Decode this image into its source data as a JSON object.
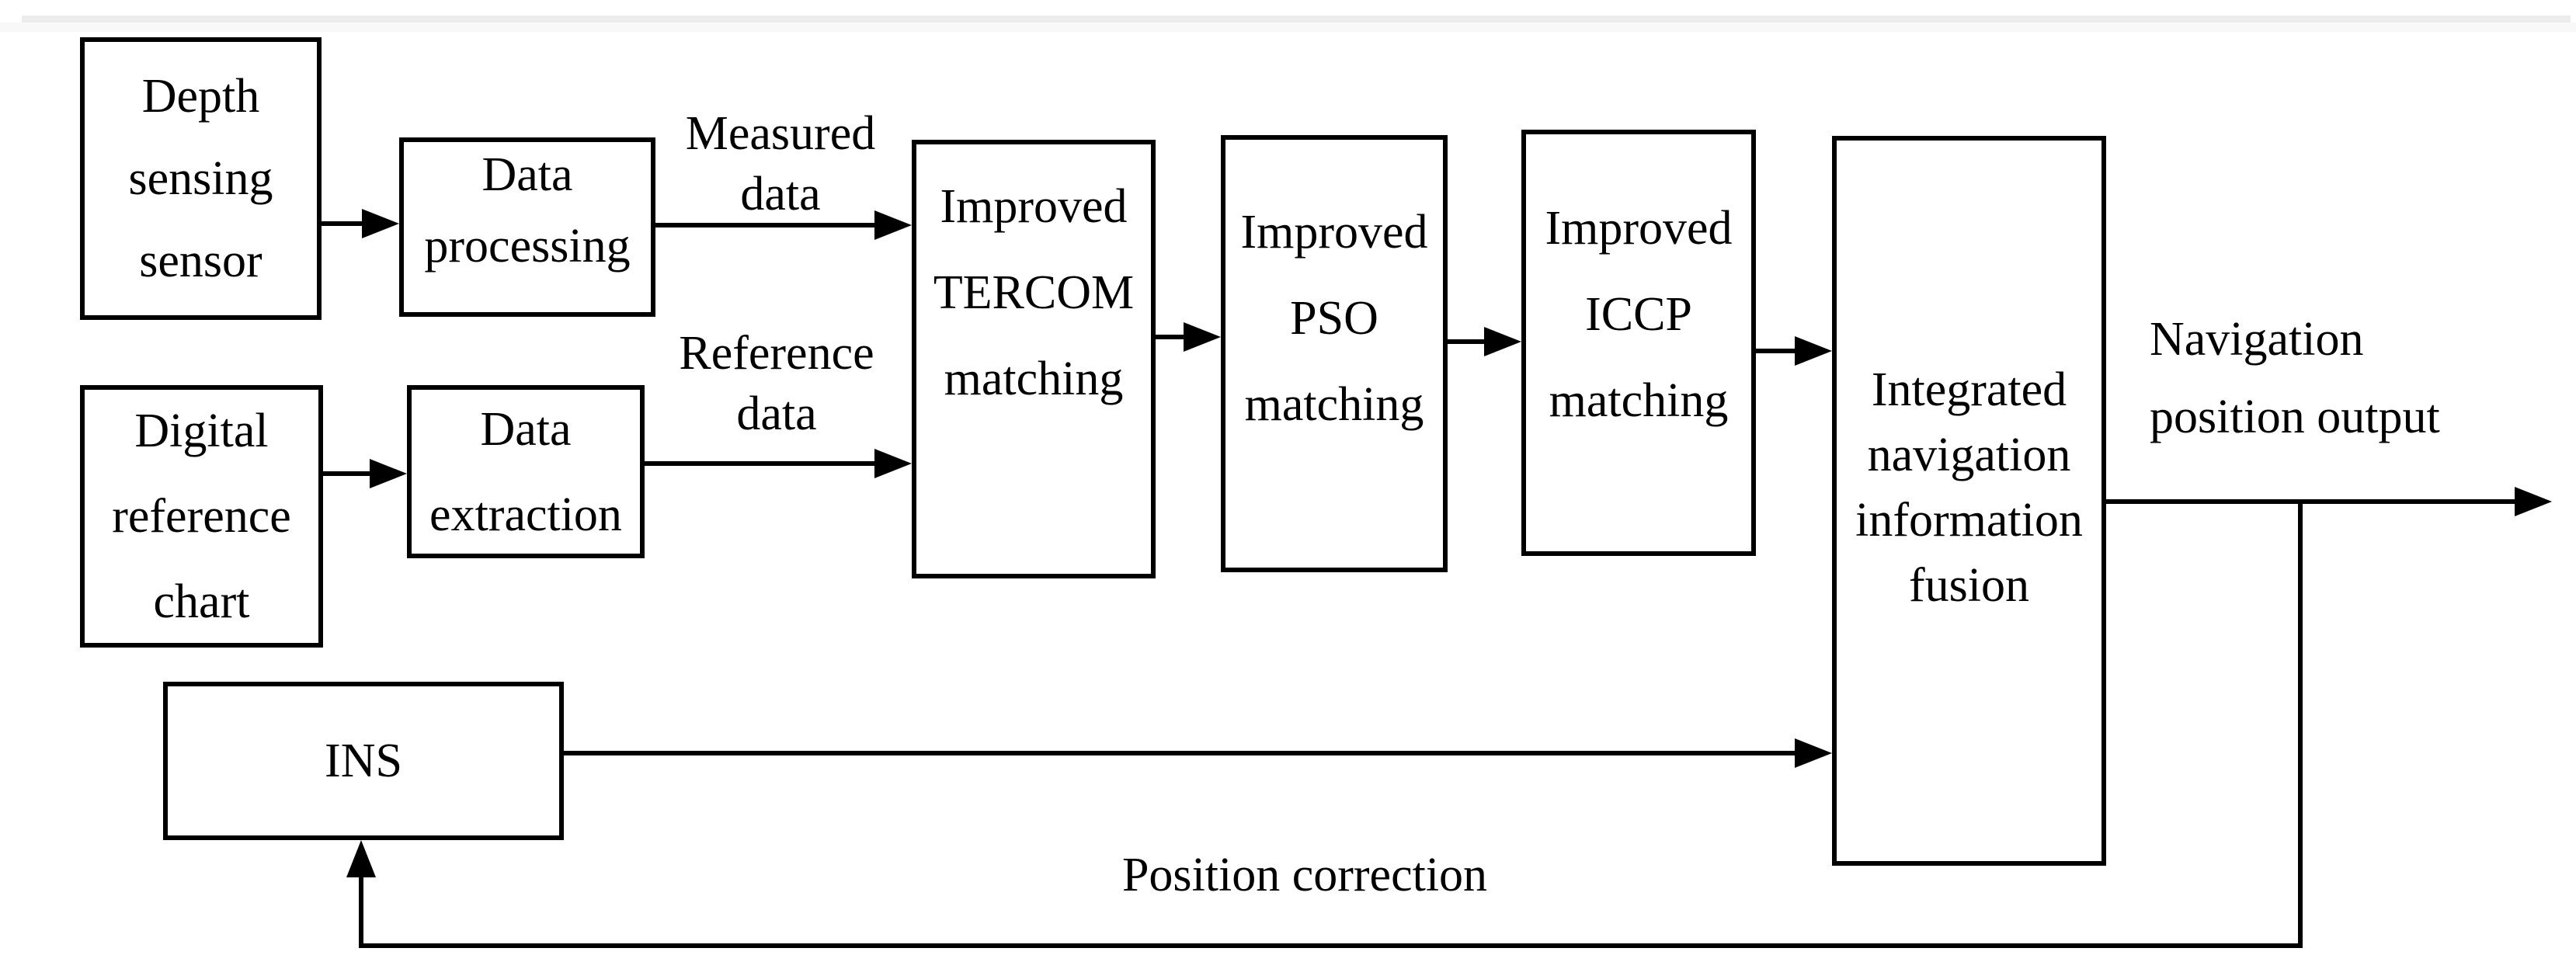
{
  "diagram": {
    "title_implicit": "Underwater terrain-aided integrated navigation flow diagram",
    "colors": {
      "line": "#000000",
      "background": "#ffffff",
      "scan_band": "#ececec"
    },
    "boxes": {
      "depth_sensor": {
        "lines": [
          "Depth",
          "sensing",
          "sensor"
        ]
      },
      "data_processing": {
        "lines": [
          "Data",
          "processing"
        ]
      },
      "digital_chart": {
        "lines": [
          "Digital",
          "reference",
          "chart"
        ]
      },
      "data_extraction": {
        "lines": [
          "Data",
          "extraction"
        ]
      },
      "tercom": {
        "lines": [
          "Improved",
          "TERCOM",
          "matching"
        ]
      },
      "pso": {
        "lines": [
          "Improved",
          "PSO",
          "matching"
        ]
      },
      "iccp": {
        "lines": [
          "Improved",
          "ICCP",
          "matching"
        ]
      },
      "fusion": {
        "lines": [
          "Integrated",
          "navigation",
          "information",
          "fusion"
        ]
      },
      "ins": {
        "lines": [
          "INS"
        ]
      }
    },
    "labels": {
      "measured_data": {
        "lines": [
          "Measured",
          "data"
        ]
      },
      "reference_data": {
        "lines": [
          "Reference",
          "data"
        ]
      },
      "nav_output": {
        "lines": [
          "Navigation",
          "position output"
        ]
      },
      "position_correction": "Position correction"
    }
  }
}
